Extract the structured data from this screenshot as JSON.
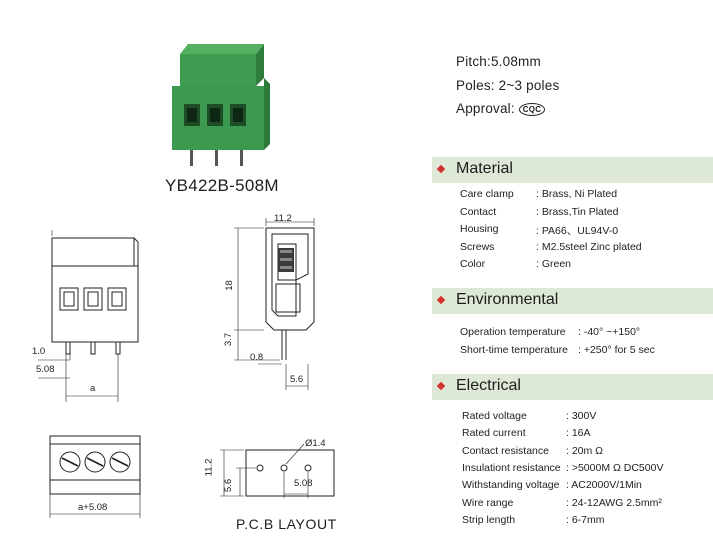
{
  "product": {
    "model": "YB422B-508M",
    "pitch": "Pitch:5.08mm",
    "poles": "Poles: 2~3 poles",
    "approval_label": "Approval:",
    "approval_mark": "CQC"
  },
  "material": {
    "title": "Material",
    "rows": [
      {
        "k": "Care clamp",
        "v": ": Brass, Ni Plated"
      },
      {
        "k": "Contact",
        "v": ": Brass,Tin Plated"
      },
      {
        "k": "Housing",
        "v": ":  PA66、UL94V-0"
      },
      {
        "k": "Screws",
        "v": ": M2.5steel Zinc plated"
      },
      {
        "k": "Color",
        "v": ":  Green"
      }
    ]
  },
  "environmental": {
    "title": "Environmental",
    "rows": [
      {
        "k": "Operation  temperature",
        "v": ":  -40°  ~+150°"
      },
      {
        "k": "Short-time  temperature",
        "v": ": +250°  for 5 sec"
      }
    ]
  },
  "electrical": {
    "title": "Electrical",
    "rows": [
      {
        "k": "Rated  voltage",
        "v": ":  300V"
      },
      {
        "k": "Rated  current",
        "v": ":  16A"
      },
      {
        "k": "Contact   resistance",
        "v": ":  20m Ω"
      },
      {
        "k": "Insulationt  resistance",
        "v": ": >5000M Ω   DC500V"
      },
      {
        "k": "Withstanding  voltage",
        "v": ":  AC2000V/1Min"
      },
      {
        "k": "Wire  range",
        "v": ":  24-12AWG  2.5mm²"
      },
      {
        "k": "Strip  length",
        "v": ":  6-7mm"
      }
    ]
  },
  "drawing": {
    "front_dims": {
      "pin_w": "1.0",
      "pitch": "5.08",
      "span": "a"
    },
    "side_dims": {
      "width": "11.2",
      "height": "18",
      "pin_len": "3.7",
      "pin_off": "0.8",
      "pin_pitch": "5.6"
    },
    "bottom_dims": {
      "span": "a+5.08"
    },
    "pcb": {
      "label": "P.C.B  LAYOUT",
      "hole": "Ø1.4",
      "depth": "11.2",
      "row": "5.6",
      "pitch": "5.08"
    }
  },
  "colors": {
    "housing_green": "#3b9a4f",
    "section_bg": "#dde8d6",
    "bullet": "#d3322f"
  }
}
